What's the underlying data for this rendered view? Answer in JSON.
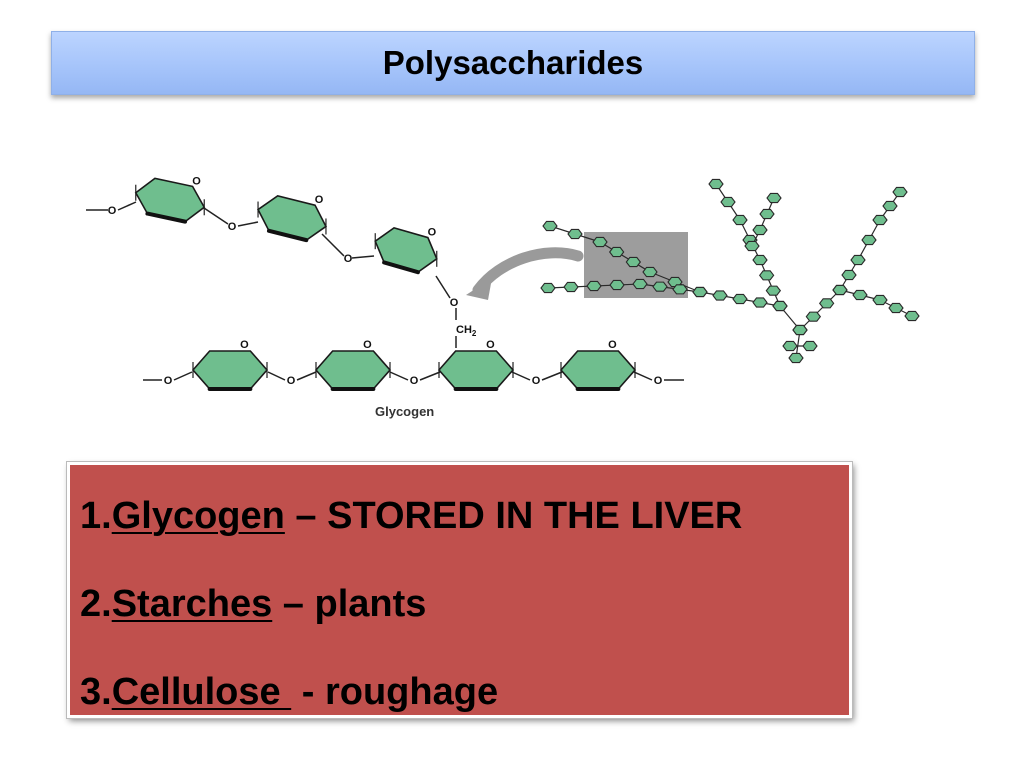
{
  "slide": {
    "title": "Polysaccharides"
  },
  "diagram": {
    "caption": "Glycogen",
    "atom_o": "O",
    "atom_ch2": "CH",
    "atom_ch2_sub": "2"
  },
  "list": {
    "items": [
      {
        "num": "1.",
        "term": "Glycogen",
        "rest": " – STORED IN THE LIVER"
      },
      {
        "num": "2.",
        "term": "Starches",
        "rest": " – plants"
      },
      {
        "num": "3.",
        "term": "Cellulose ",
        "rest": " - roughage"
      }
    ]
  },
  "colors": {
    "title_bar": "#a8c6fb",
    "list_box": "#c0504d",
    "ring_fill": "#6fbe8e",
    "highlight": "#8c8c8c",
    "arrow": "#9a9a9a"
  },
  "icons": [
    "glycogen-structure-diagram",
    "curved-arrow-icon",
    "glycogen-branch-diagram"
  ]
}
